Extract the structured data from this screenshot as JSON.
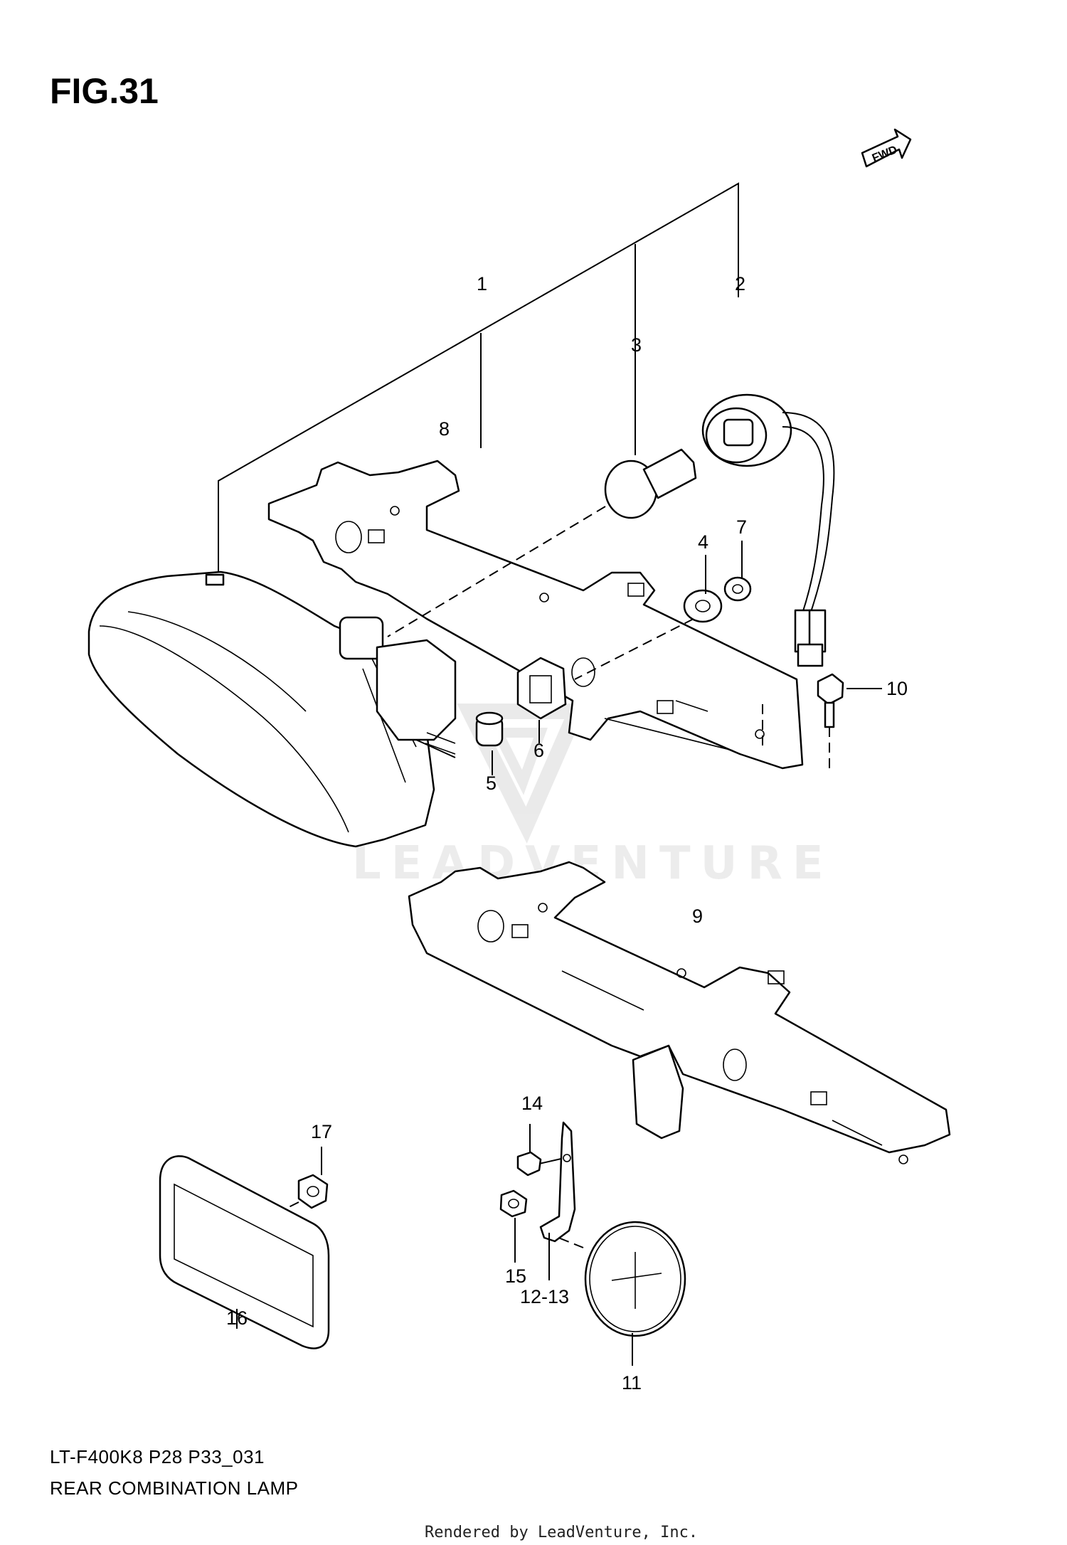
{
  "figure": {
    "title": "FIG.31",
    "model_code": "LT-F400K8 P28 P33_031",
    "caption": "REAR COMBINATION LAMP",
    "rendered_by": "Rendered by LeadVenture, Inc.",
    "watermark": "LEADVENTURE",
    "direction_badge": "FWD"
  },
  "callouts": {
    "c1": "1",
    "c2": "2",
    "c3": "3",
    "c4": "4",
    "c5": "5",
    "c6": "6",
    "c7": "7",
    "c8": "8",
    "c9": "9",
    "c10": "10",
    "c11": "11",
    "c12_13": "12-13",
    "c14": "14",
    "c15": "15",
    "c16": "16",
    "c17": "17"
  }
}
